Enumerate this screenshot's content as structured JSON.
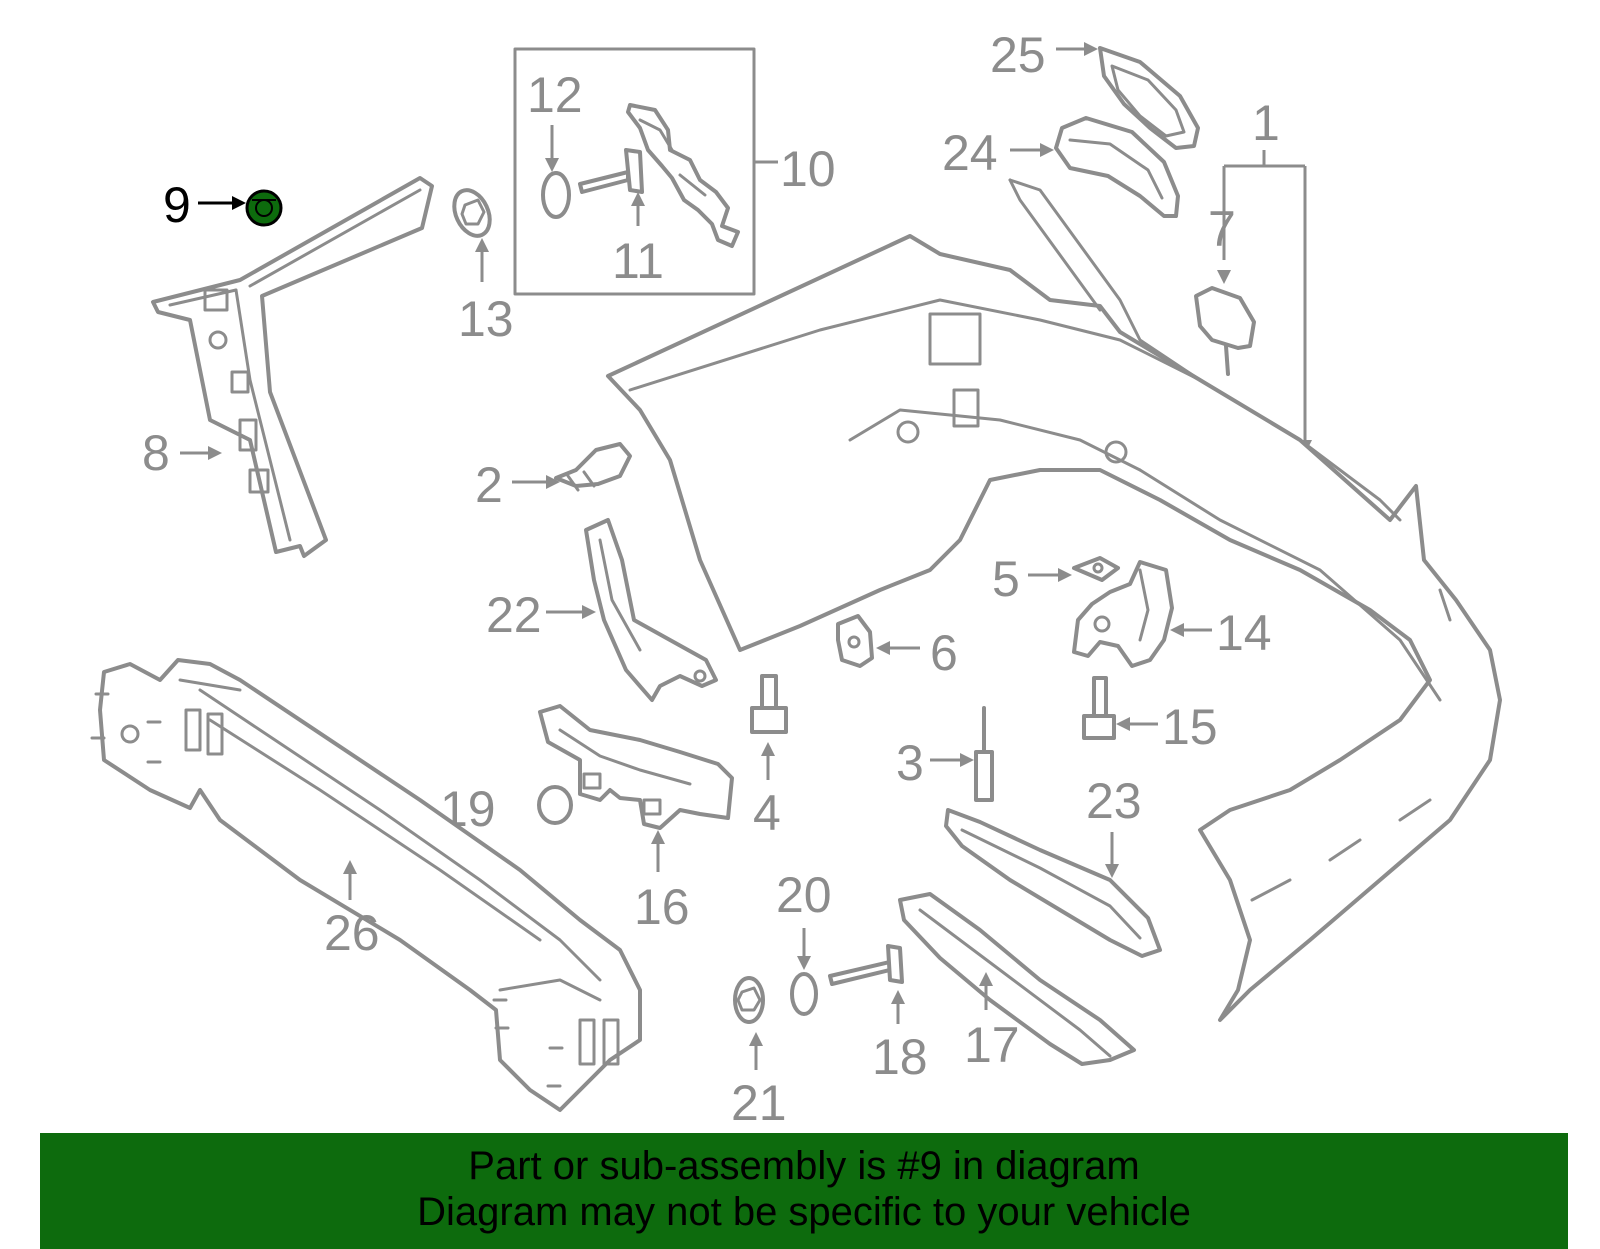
{
  "highlight_color": "#0d6b0d",
  "line_color": "#8c8c8c",
  "active_label_color": "#000000",
  "callouts": {
    "c1": "1",
    "c2": "2",
    "c3": "3",
    "c4": "4",
    "c5": "5",
    "c6": "6",
    "c7": "7",
    "c8": "8",
    "c9": "9",
    "c10": "10",
    "c11": "11",
    "c12": "12",
    "c13": "13",
    "c14": "14",
    "c15": "15",
    "c16": "16",
    "c17": "17",
    "c18": "18",
    "c19": "19",
    "c20": "20",
    "c21": "21",
    "c22": "22",
    "c23": "23",
    "c24": "24",
    "c25": "25",
    "c26": "26"
  },
  "highlighted_part": "9",
  "banner": {
    "line1": "Part or sub-assembly is #9 in diagram",
    "line2": "Diagram may not be specific to your vehicle"
  }
}
